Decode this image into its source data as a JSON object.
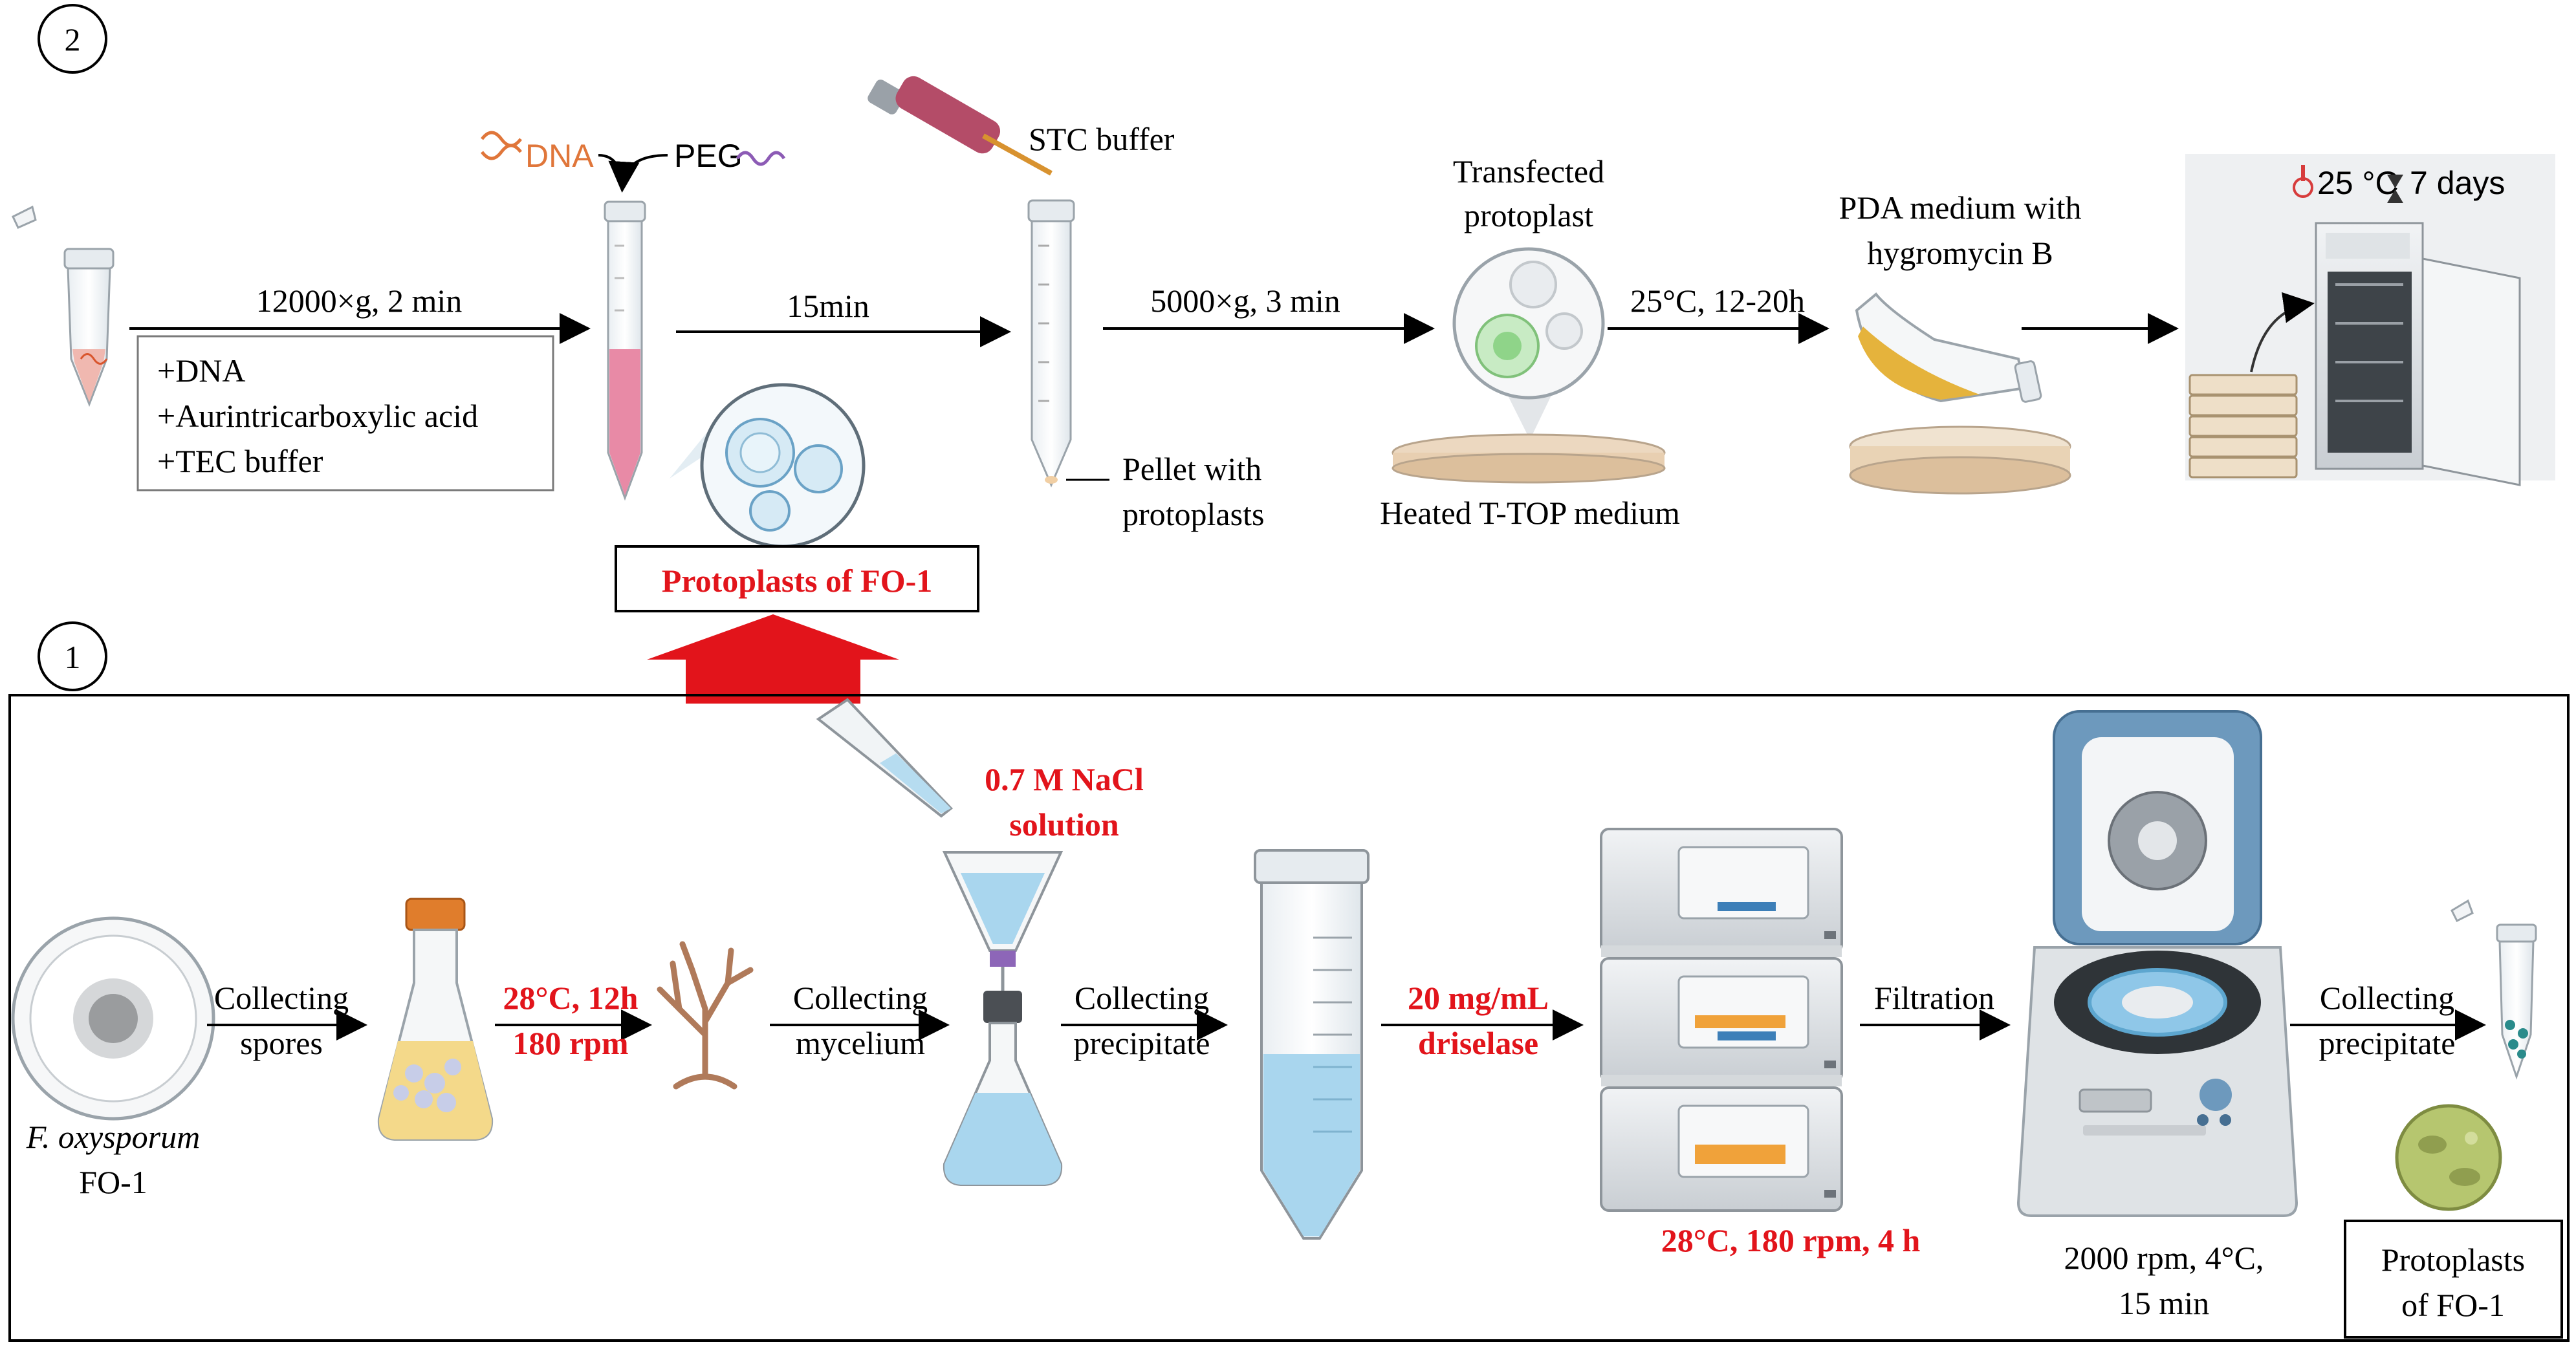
{
  "steps": {
    "step2": "2",
    "step1": "1"
  },
  "top": {
    "centrifuge1": "12000×g, 2 min",
    "additions": [
      "+DNA",
      "+Aurintricarboxylic acid",
      "+TEC buffer"
    ],
    "dna": "DNA",
    "peg": "PEG",
    "time15": "15min",
    "stc": "STC buffer",
    "pellet": [
      "Pellet with",
      "protoplasts"
    ],
    "centrifuge2": "5000×g, 3 min",
    "transfected": [
      "Transfected",
      "protoplast"
    ],
    "heated": "Heated T-TOP medium",
    "incubate": "25°C, 12-20h",
    "pda": [
      "PDA medium with",
      "hygromycin B"
    ],
    "temp_small": "25 °C",
    "days_small": "7 days",
    "protoplasts_box": "Protoplasts of FO-1"
  },
  "bottom": {
    "species": "F. oxysporum",
    "strain": "FO-1",
    "collect_spores": [
      "Collecting",
      "spores"
    ],
    "culture": [
      "28°C, 12h",
      "180 rpm"
    ],
    "collect_mycelium": [
      "Collecting",
      "mycelium"
    ],
    "nacl": [
      "0.7 M NaCl",
      "solution"
    ],
    "collect_precip1": [
      "Collecting",
      "precipitate"
    ],
    "driselase": [
      "20 mg/mL",
      "driselase"
    ],
    "shaker": "28°C, 180 rpm, 4 h",
    "filtration": "Filtration",
    "centrifuge3": [
      "2000 rpm, 4°C,",
      "15 min"
    ],
    "collect_precip2": [
      "Collecting",
      "precipitate"
    ],
    "final_box": [
      "Protoplasts",
      "of FO-1"
    ]
  },
  "colors": {
    "accent_red": "#e2141b",
    "pink_liquid": "#e88aa6",
    "blue_liquid": "#a9d6ee",
    "yellow_medium": "#f4d98a",
    "orange_cap": "#e07d2c",
    "steel_blue": "#6d99bd"
  }
}
